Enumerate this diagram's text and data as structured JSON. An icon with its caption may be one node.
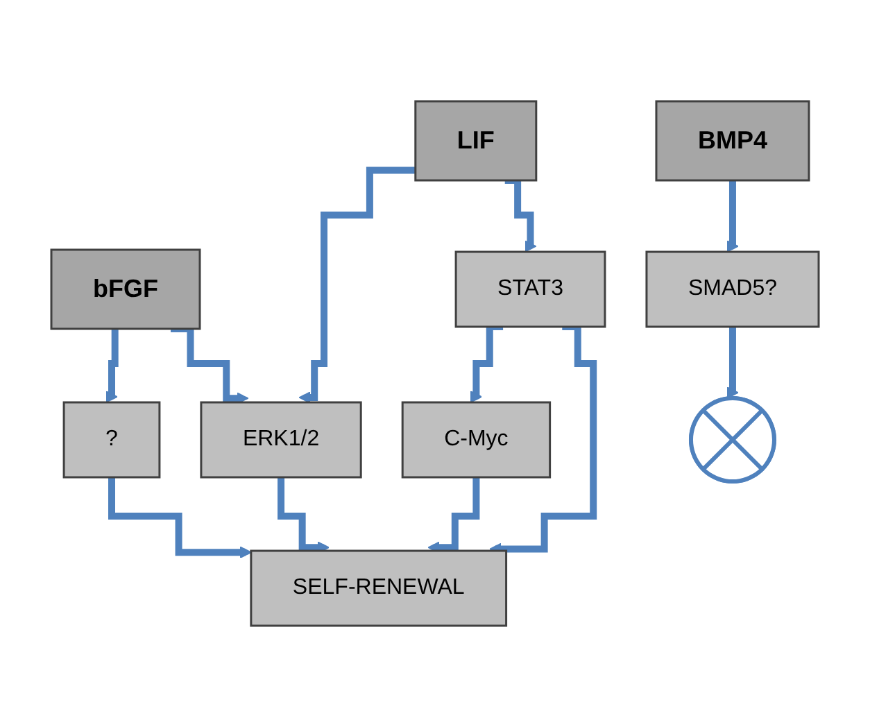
{
  "diagram": {
    "nodes": [
      {
        "text": [
          "LIF"
        ]
      },
      {
        "text": [
          "bFGF"
        ]
      },
      {
        "text": [
          "BMP4"
        ]
      },
      {
        "text": [
          "STAT3"
        ]
      },
      {
        "text": [
          "ERK1/2"
        ]
      },
      {
        "text": [
          "?"
        ]
      },
      {
        "text": [
          "SMAD5?"
        ]
      },
      {
        "text": [
          "C-Myc"
        ]
      },
      {
        "text": [],
        "shape": "cross"
      },
      {
        "text": [
          "SELF-RENEWAL"
        ]
      }
    ],
    "edges": [
      {
        "from": 0,
        "to": 3,
        "arrow": "to"
      },
      {
        "from": 0,
        "to": 4,
        "arrow": "to"
      },
      {
        "from": 1,
        "to": 4,
        "arrow": "to"
      },
      {
        "from": 1,
        "to": 5,
        "arrow": "to"
      },
      {
        "from": 2,
        "to": 6,
        "arrow": "to"
      },
      {
        "from": 3,
        "to": 9,
        "arrow": "to"
      },
      {
        "from": 3,
        "to": 7,
        "arrow": "to"
      },
      {
        "from": 4,
        "to": 9,
        "arrow": "to"
      },
      {
        "from": 5,
        "to": 9,
        "arrow": "to"
      },
      {
        "from": 6,
        "to": 8,
        "arrow": "to"
      },
      {
        "from": 7,
        "to": 9,
        "arrow": "to"
      }
    ]
  }
}
